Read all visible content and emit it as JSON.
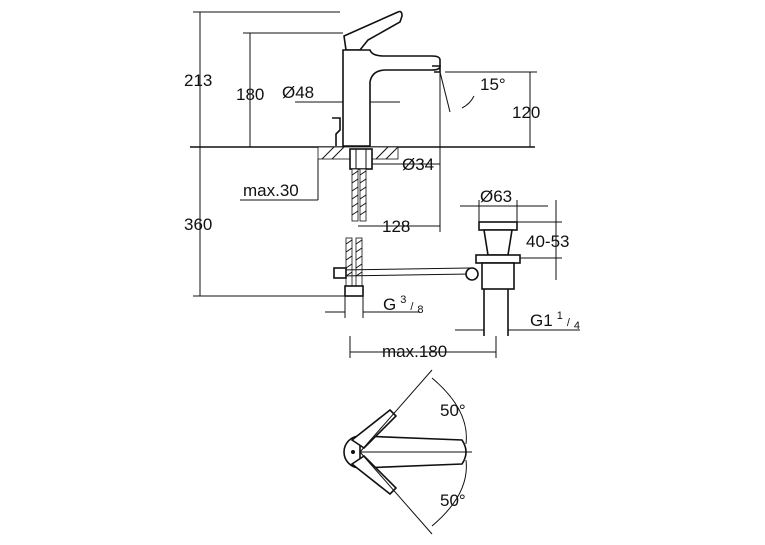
{
  "dimensions": {
    "total_height": "213",
    "spout_height": "180",
    "body_diameter": "Ø48",
    "spout_angle": "15°",
    "outlet_height": "120",
    "mount_hole": "Ø34",
    "deck_thickness": "max.30",
    "below_deck": "360",
    "reach": "128",
    "waste_diameter": "Ø63",
    "waste_range": "40-53",
    "waste_thread_base": "G1",
    "waste_thread_num": "1",
    "waste_thread_den": "4",
    "supply_thread_base": "G",
    "supply_thread_num": "3",
    "supply_thread_den": "8",
    "pullrod_length": "max.180",
    "lever_angle_top": "50°",
    "lever_angle_bottom": "50°"
  },
  "colors": {
    "line": "#111111",
    "background": "#ffffff"
  }
}
